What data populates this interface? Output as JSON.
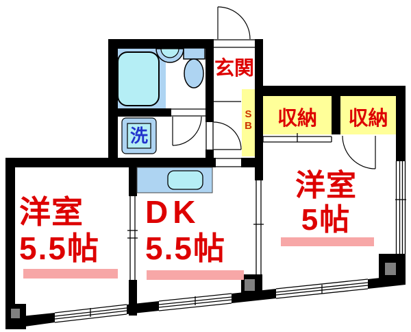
{
  "title": "apartment floor plan",
  "labels": {
    "entrance": "玄関",
    "sb": [
      "S",
      "B"
    ],
    "washer": "洗"
  },
  "closets": [
    {
      "label": "収納"
    },
    {
      "label": "収納"
    }
  ],
  "rooms": [
    {
      "name": "洋室",
      "size": "5.5帖"
    },
    {
      "name": "DK",
      "size": "5.5帖"
    },
    {
      "name": "洋室",
      "size": "5帖"
    }
  ],
  "colors": {
    "wall_black": "#000000",
    "accent_red": "#dd0000",
    "underline_pink": "#f7a7a7",
    "closet_yellow": "#ffff99",
    "fixture_blue": "#aed4f2",
    "fixture_cyan": "#b5eef5",
    "sb_letter_red": "#cc3300",
    "washer_letter_blue": "#2233cc",
    "pillar_gray": "#808080"
  },
  "fixtures": {
    "bathtub": "bathtub",
    "washbasin": "washbasin",
    "toilet": "toilet",
    "washing_machine": "washing-machine",
    "kitchen_sink": "kitchen-sink",
    "shoe_box": "shoe-box"
  }
}
